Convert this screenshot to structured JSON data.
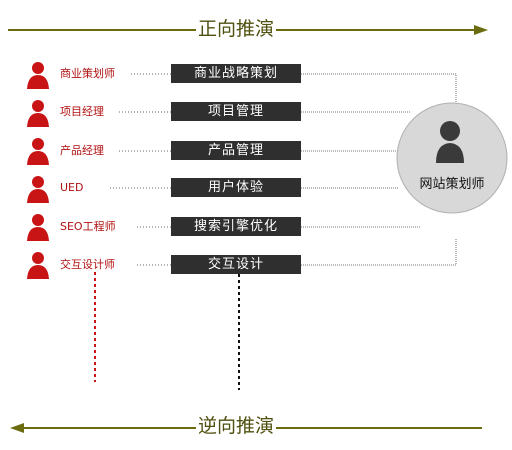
{
  "header": {
    "forward_label": "正向推演"
  },
  "footer": {
    "reverse_label": "逆向推演"
  },
  "roles": [
    {
      "label": "商业策划师",
      "task": "商业战略策划"
    },
    {
      "label": "项目经理",
      "task": "项目管理"
    },
    {
      "label": "产品经理",
      "task": "产品管理"
    },
    {
      "label": "UED",
      "task": "用户体验"
    },
    {
      "label": "SEO工程师",
      "task": "搜索引擎优化"
    },
    {
      "label": "交互设计师",
      "task": "交互设计"
    }
  ],
  "hub": {
    "label": "网站策划师",
    "icon": "person-icon"
  },
  "colors": {
    "arrow": "#6b6b10",
    "person": "#c81414",
    "role_text": "#b01010",
    "box_fill": "#2f2f2f",
    "box_text": "#ffffff",
    "hub_fill": "#d8d8d8",
    "hub_icon": "#3a3a3a"
  }
}
